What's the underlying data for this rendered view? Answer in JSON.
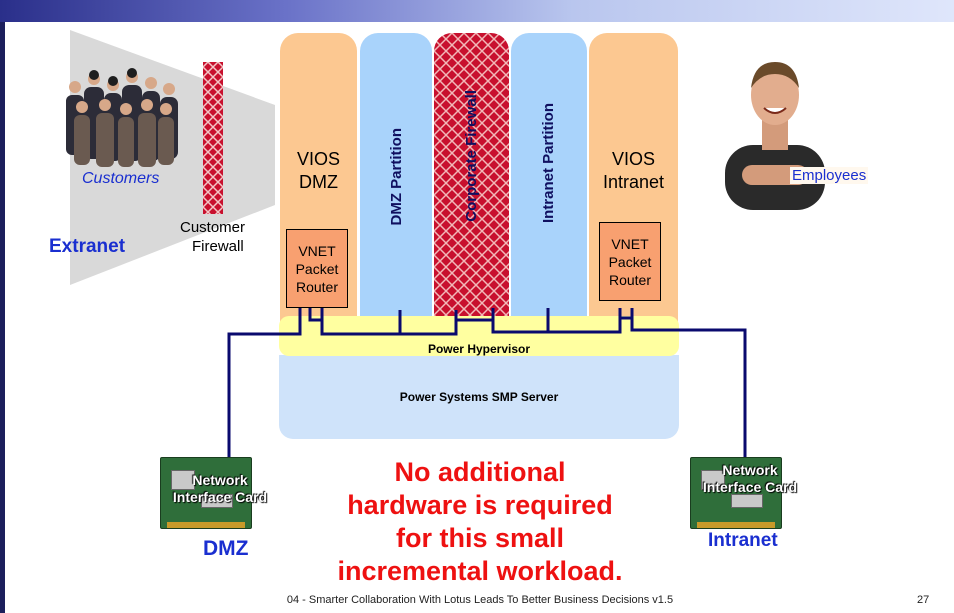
{
  "labels": {
    "customers": "Customers",
    "extranet": "Extranet",
    "customer_firewall_1": "Customer",
    "customer_firewall_2": "Firewall",
    "vios_dmz_1": "VIOS",
    "vios_dmz_2": "DMZ",
    "dmz_partition": "DMZ Partition",
    "corporate_firewall": "Corporate Firewall",
    "intranet_partition": "Intranet Partition",
    "vios_intranet_1": "VIOS",
    "vios_intranet_2": "Intranet",
    "vnet_1": "VNET",
    "vnet_2": "Packet",
    "vnet_3": "Router",
    "employees": "Employees",
    "hypervisor": "Power Hypervisor",
    "server": "Power Systems SMP Server",
    "nic_1": "Network",
    "nic_2": "Interface Card",
    "dmz_bottom": "DMZ",
    "intranet_bottom": "Intranet"
  },
  "message": {
    "line1": "No additional",
    "line2": "hardware is required",
    "line3": "for this small",
    "line4": "incremental workload."
  },
  "footer": {
    "text": "04 - Smarter Collaboration With Lotus Leads To Better Business Decisions v1.5",
    "page": "27"
  },
  "colors": {
    "vios": "#fcc891",
    "partition": "#a9d3fb",
    "firewall": "#c8102e",
    "hypervisor": "#ffffa0",
    "server": "#cfe3fa",
    "message": "#ee1111",
    "title_blue": "#1a2fd0",
    "wire": "#0a0a6e"
  }
}
